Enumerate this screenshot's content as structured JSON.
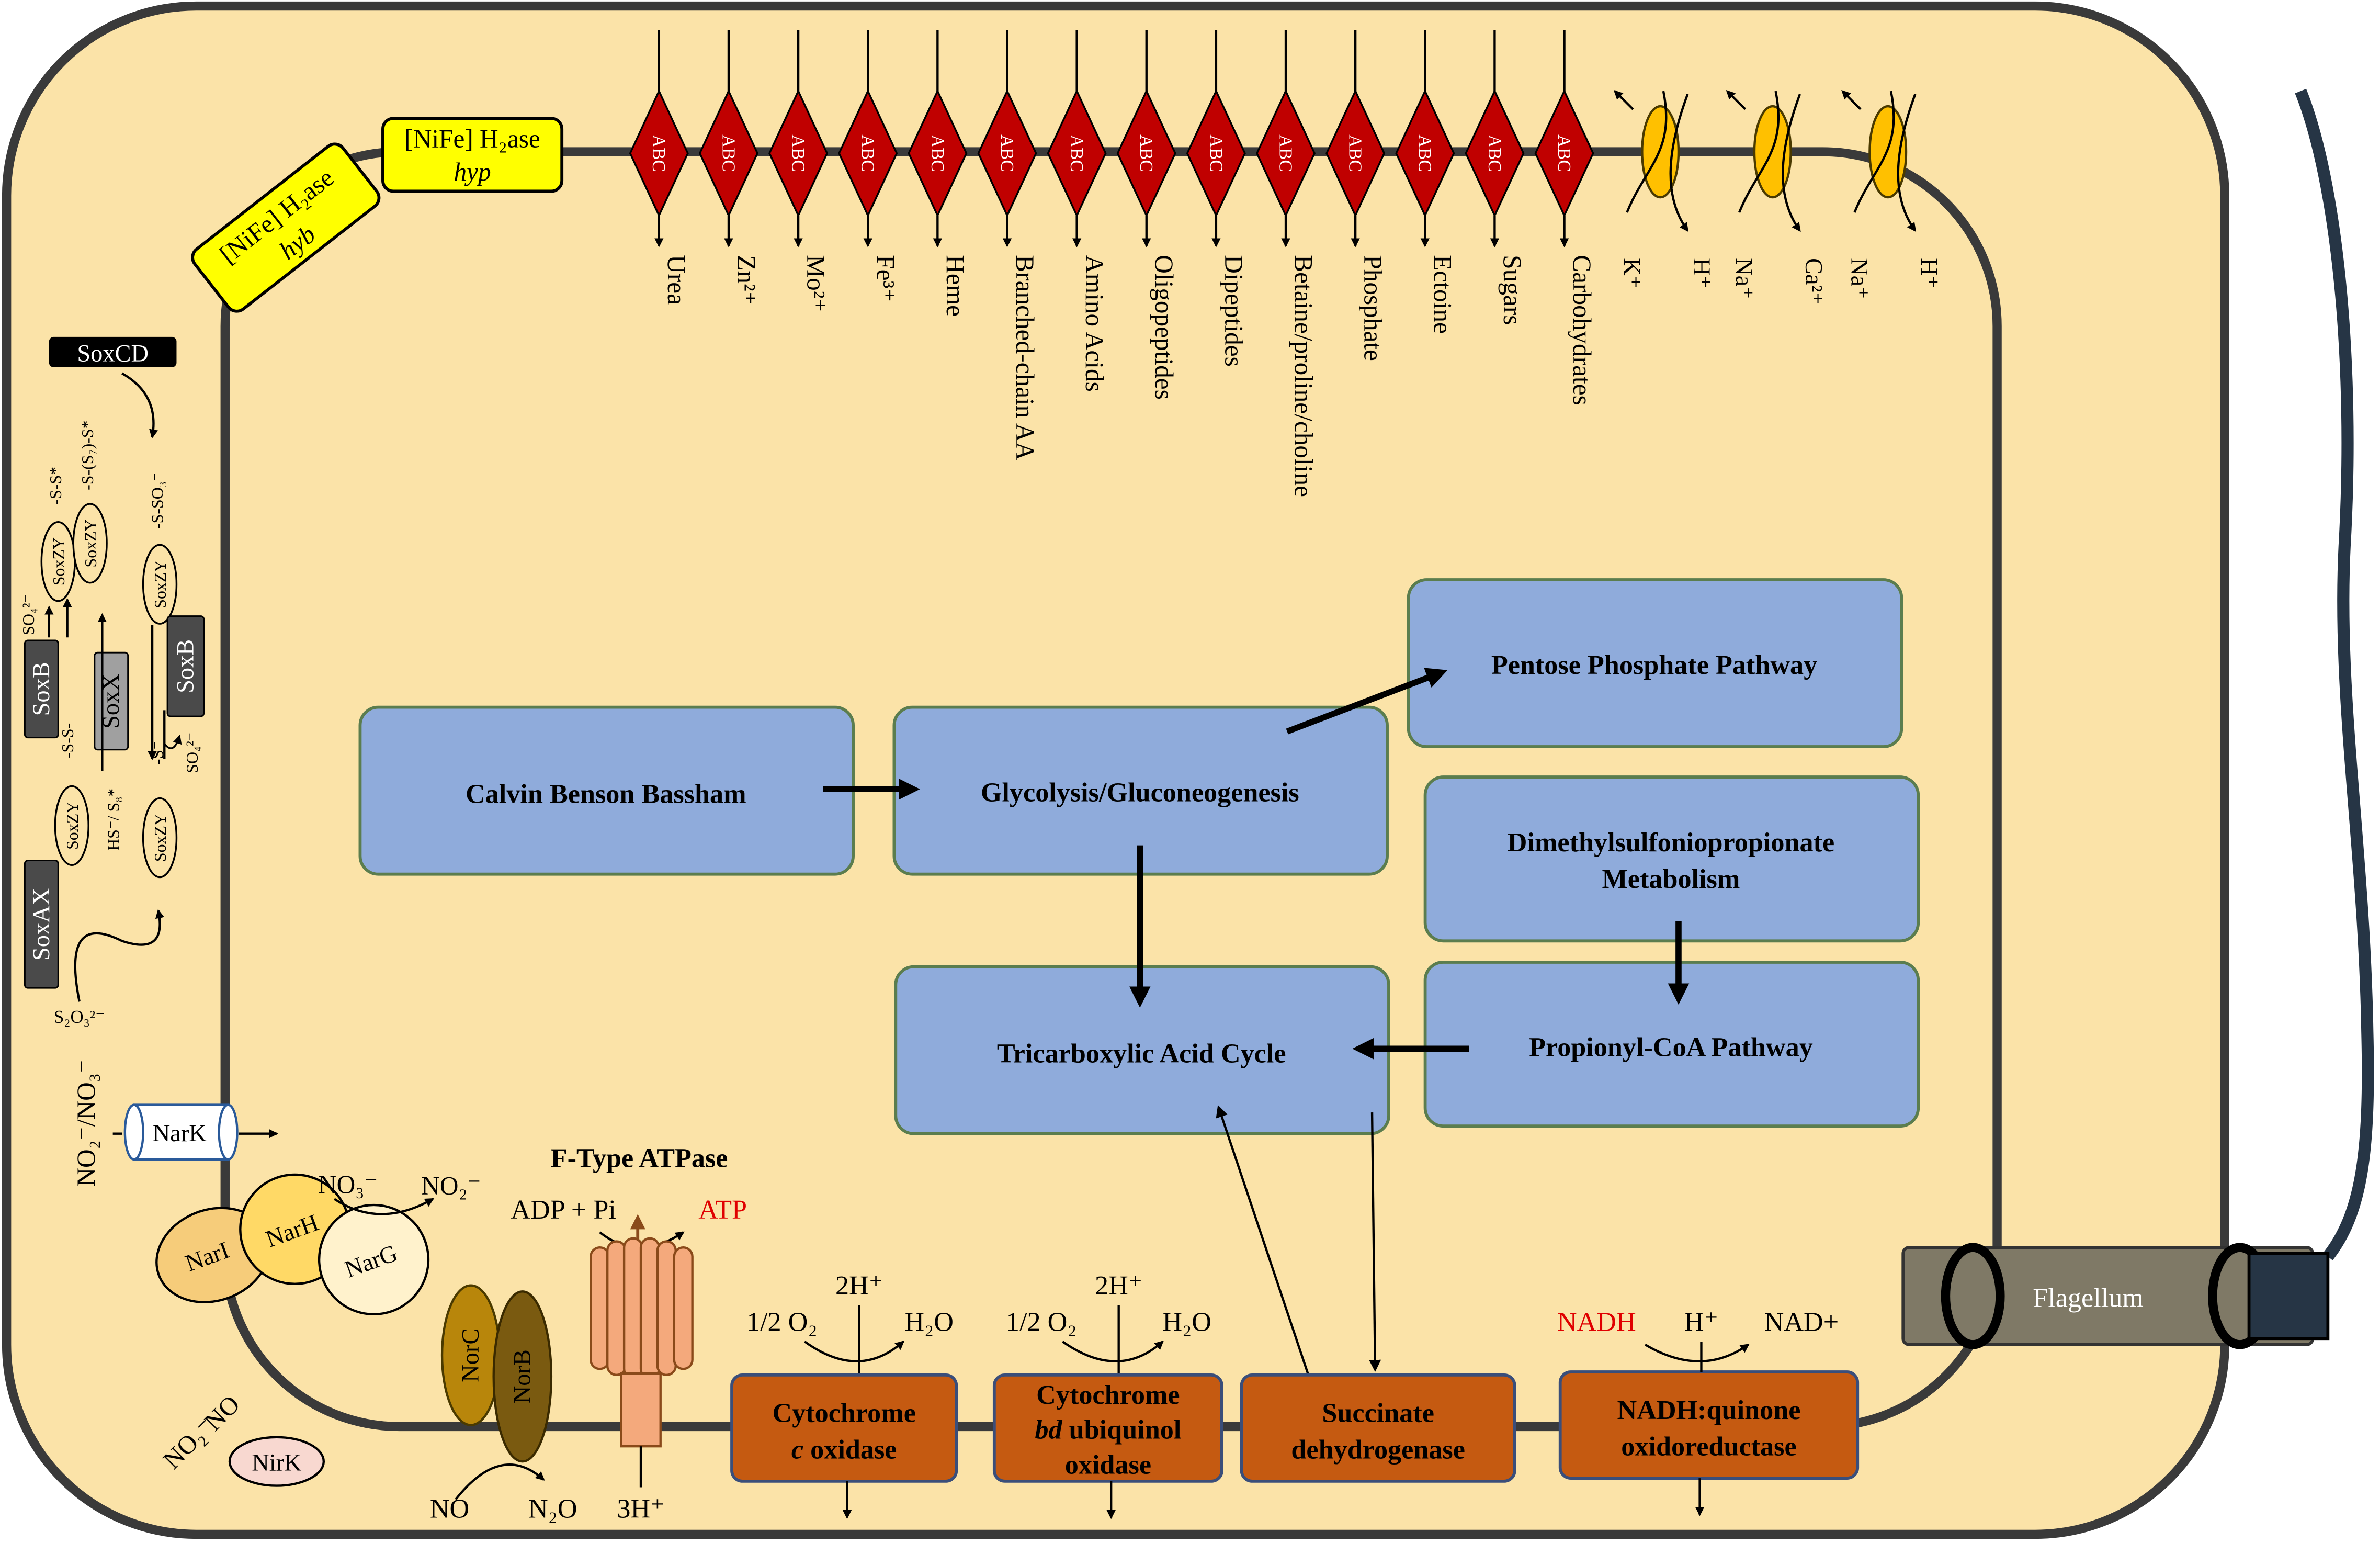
{
  "colors": {
    "cell_fill": "#fbe3a8",
    "membrane": "#3a3a3a",
    "pathway_box": "#8fabdb",
    "pathway_border": "#5b7d4e",
    "enzyme_box": "#c55a11",
    "enzyme_border": "#3a4e7a",
    "abc": "#c00000",
    "transporter": "#ffc000",
    "hydrogenase": "#ffff00",
    "highlight_text": "#e00000",
    "flagellum": "#7f7966",
    "flagellum_line": "#263545"
  },
  "hydrogenases": [
    {
      "line1": "[NiFe] H₂ase",
      "line2": "hyp"
    },
    {
      "line1": "[NiFe] H₂ase",
      "line2": "hyb"
    }
  ],
  "abc_label": "ABC",
  "abc_substrates": [
    "Urea",
    "Zn²⁺",
    "Mo²⁺",
    "Fe³⁺",
    "Heme",
    "Branched-chain AA",
    "Amino Acids",
    "Oligopeptides",
    "Dipeptides",
    "Betaine/proline/choline",
    "Phosphate",
    "Ectoine",
    "Sugars",
    "Carbohydrates"
  ],
  "ion_transporters": [
    {
      "in": "K⁺",
      "out": "H⁺"
    },
    {
      "in": "Na⁺",
      "out": "Ca²⁺"
    },
    {
      "in": "Na⁺",
      "out": "H⁺"
    }
  ],
  "pathways": {
    "cbb": "Calvin Benson Bassham",
    "glycolysis": "Glycolysis/Gluconeogenesis",
    "ppp": "Pentose Phosphate Pathway",
    "dmsp_line1": "Dimethylsulfoniopropionate",
    "dmsp_line2": "Metabolism",
    "tca": "Tricarboxylic Acid Cycle",
    "propionyl": "Propionyl-CoA Pathway"
  },
  "sox": {
    "soxcd": "SoxCD",
    "soxb": "SoxB",
    "soxx": "SoxX",
    "soxax": "SoxAX",
    "soxzy": "SoxZY",
    "ss_star": "-S-S*",
    "ss7_star": "-S-(S₇)-S*",
    "sso3": "-S-SO₃⁻",
    "so4": "SO₄²⁻",
    "s_s": "-S-S-",
    "hs_s8": "HS⁻/ S₈*",
    "s_minus": "-S⁻",
    "thiosulfate": "S₂O₃²⁻"
  },
  "nitrogen": {
    "no2_no3": "NO₂⁻/NO₃⁻",
    "nark": "NarK",
    "nari": "NarI",
    "narh": "NarH",
    "narg": "NarG",
    "no3": "NO₃⁻",
    "no2": "NO₂⁻",
    "norc": "NorC",
    "norb": "NorB",
    "no": "NO",
    "n2o": "N₂O",
    "nirk": "NirK",
    "nirk_substrate": "NO₂⁻",
    "nirk_product": "NO"
  },
  "atpase": {
    "title": "F-Type ATPase",
    "adp_pi": "ADP + Pi",
    "atp": "ATP",
    "protons": "3H⁺"
  },
  "etc": {
    "cyt_c_l1": "Cytochrome",
    "cyt_c_l2a": "c",
    "cyt_c_l2b": " oxidase",
    "cyt_bd_l1": "Cytochrome",
    "cyt_bd_l2a": "bd",
    "cyt_bd_l2b": " ubiquinol",
    "cyt_bd_l3": "oxidase",
    "sdh_l1": "Succinate",
    "sdh_l2": "dehydrogenase",
    "nadh_l1": "NADH:quinone",
    "nadh_l2": "oxidoreductase",
    "two_h": "2H⁺",
    "half_o2": "1/2 O₂",
    "h2o": "H₂O",
    "nadh": "NADH",
    "h_plus": "H⁺",
    "nad_plus": "NAD+"
  },
  "flagellum": "Flagellum"
}
